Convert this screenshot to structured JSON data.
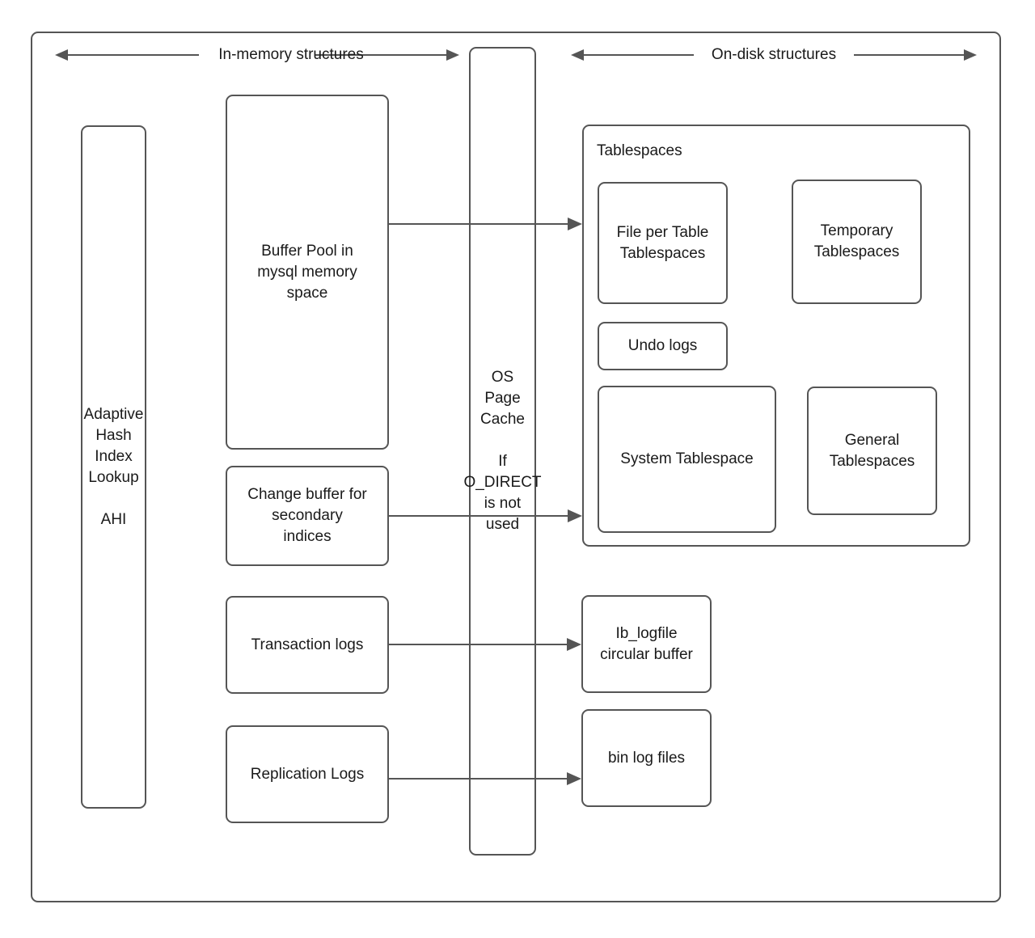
{
  "diagram": {
    "title_axes": {
      "left": "In-memory structures",
      "right": "On-disk structures"
    },
    "colors": {
      "stroke": "#555555",
      "text": "#1a1a1a",
      "background": "#ffffff"
    },
    "nodes": {
      "ahi": "Adaptive\nHash\nIndex\nLookup\n\nAHI",
      "buffer_pool": "Buffer Pool in\nmysql memory\nspace",
      "change_buffer": "Change buffer for\nsecondary\nindices",
      "transaction_logs": "Transaction logs",
      "replication_logs": "Replication Logs",
      "os_page_cache": "OS\nPage\nCache\n\nIf\nO_DIRECT\nis not\nused",
      "tablespaces_label": "Tablespaces",
      "file_per_table": "File per Table\nTablespaces",
      "temporary_tablespaces": "Temporary\nTablespaces",
      "undo_logs": "Undo logs",
      "system_tablespace": "System Tablespace",
      "general_tablespaces": "General\nTablespaces",
      "ib_logfile": "Ib_logfile\ncircular buffer",
      "bin_log_files": "bin log files"
    }
  }
}
